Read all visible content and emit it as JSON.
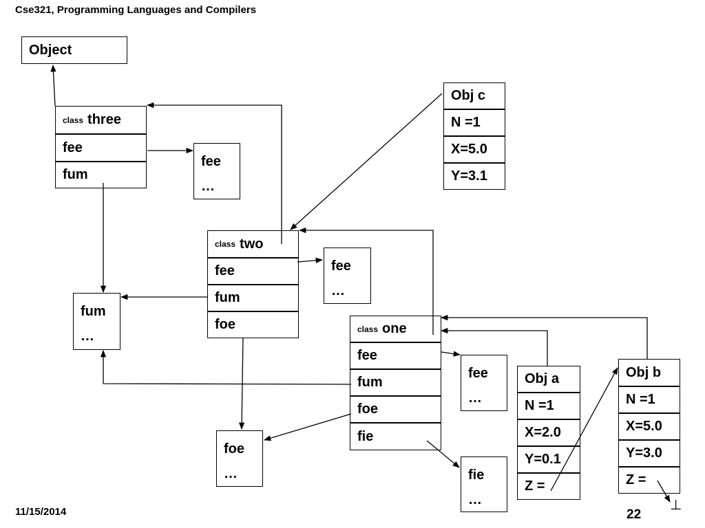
{
  "header": {
    "title": "Cse321, Programming Languages and Compilers"
  },
  "footer": {
    "date": "11/15/2014",
    "page": "22"
  },
  "object_box": {
    "label": "Object"
  },
  "class_three": {
    "prefix": "class",
    "name": "three",
    "slots": [
      "fee",
      "fum"
    ]
  },
  "class_two": {
    "prefix": "class",
    "name": "two",
    "slots": [
      "fee",
      "fum",
      "foe"
    ]
  },
  "class_one": {
    "prefix": "class",
    "name": "one",
    "slots": [
      "fee",
      "fum",
      "foe",
      "fie"
    ]
  },
  "methods": {
    "three_fee": {
      "name": "fee",
      "body": "…"
    },
    "two_fee": {
      "name": "fee",
      "body": "…"
    },
    "shared_fum": {
      "name": "fum",
      "body": "…"
    },
    "one_fee": {
      "name": "fee",
      "body": "…"
    },
    "shared_foe": {
      "name": "foe",
      "body": "…"
    },
    "one_fie": {
      "name": "fie",
      "body": "…"
    }
  },
  "obj_c": {
    "title": "Obj c",
    "fields": [
      "N =1",
      "X=5.0",
      "Y=3.1"
    ]
  },
  "obj_a": {
    "title": "Obj a",
    "fields": [
      "N =1",
      "X=2.0",
      "Y=0.1",
      "Z ="
    ]
  },
  "obj_b": {
    "title": "Obj b",
    "fields": [
      "N =1",
      "X=5.0",
      "Y=3.0",
      "Z ="
    ]
  },
  "bottom_symbol": "⊥"
}
